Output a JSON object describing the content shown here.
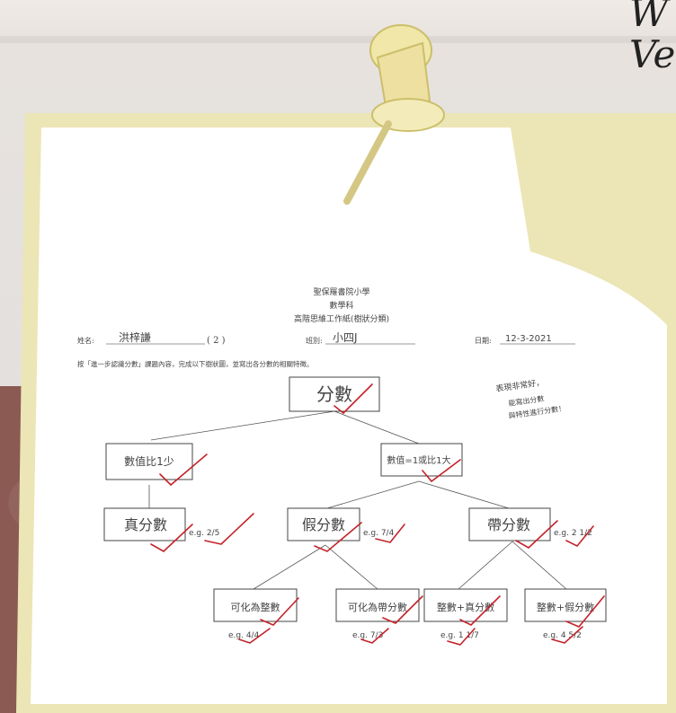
{
  "corner_text": "W\nVe",
  "school": "聖保羅書院小學",
  "subject": "數學科",
  "worksheet_title": "高階思維工作紙(樹狀分類)",
  "fields": {
    "name_label": "姓名:",
    "name_value": "洪梓謙",
    "class_number": "( 2 )",
    "class_label": "班別:",
    "class_value": "小四J",
    "date_label": "日期:",
    "date_value": "12-3-2021"
  },
  "instruction": "按「進一步認識分數」課題內容，完成以下樹狀圖，並寫出各分數的相關特徵。",
  "teacher_comment": [
    "表現非常好，",
    "能寫出分數",
    "與特性進行分數！"
  ],
  "tree": {
    "root": "分數",
    "level1_left": "數值比1少",
    "level1_right": "數值=1或比1大",
    "proper": "真分數",
    "proper_example": "e.g. 2/5",
    "improper": "假分數",
    "improper_example": "e.g. 7/4",
    "mixed": "帶分數",
    "mixed_example": "e.g. 2 1/2",
    "leaf1": "可化為整數",
    "leaf1_example": "e.g. 4/4",
    "leaf2": "可化為帶分數",
    "leaf2_example": "e.g. 7/3",
    "leaf3": "整數+真分數",
    "leaf3_example": "e.g. 1 1/7",
    "leaf4": "整數+假分數",
    "leaf4_example": "e.g. 4 5/2"
  }
}
